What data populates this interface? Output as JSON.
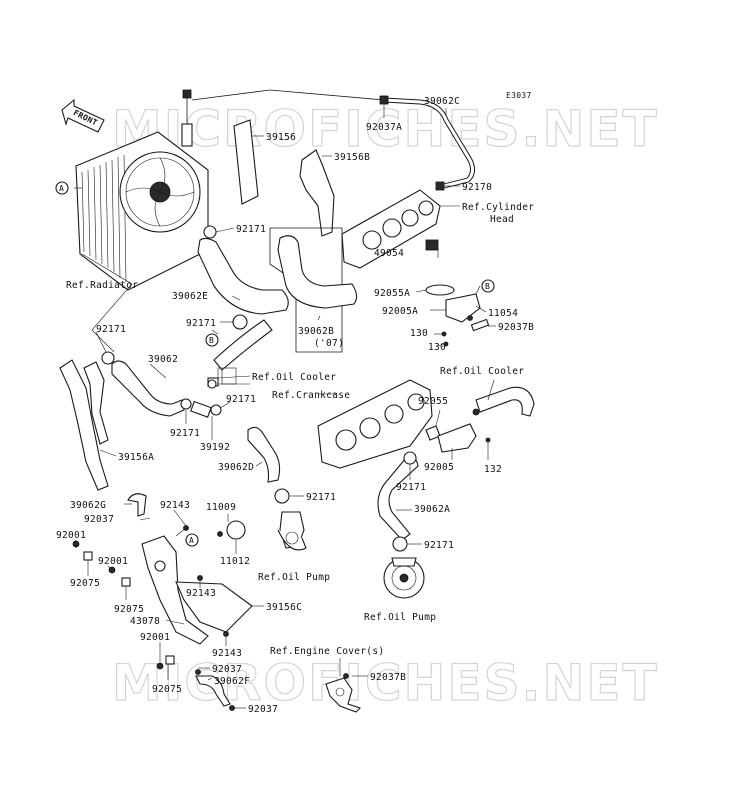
{
  "diagram_code": "E3037",
  "front_label": "FRONT",
  "watermark": "MICROFICHES.NET",
  "callouts": {
    "a": "A",
    "b": "B"
  },
  "labels": {
    "l39062C": "39062C",
    "l92037A": "92037A",
    "l39156": "39156",
    "l39156B": "39156B",
    "l92170": "92170",
    "refCylHead1": "Ref.Cylinder",
    "refCylHead2": "Head",
    "l92171a": "92171",
    "refRadiator": "Ref.Radiator",
    "l49054": "49054",
    "l92055A": "92055A",
    "l92005A": "92005A",
    "l11054": "11054",
    "l92037B": "92037B",
    "l130a": "130",
    "l130b": "130",
    "l39062E": "39062E",
    "l92171b": "92171",
    "l39062B": "39062B",
    "l07": "('07)",
    "l92171c": "92171",
    "l39062": "39062",
    "refOilCooler1": "Ref.Oil Cooler",
    "refOilCooler2": "Ref.Oil Cooler",
    "refCrankcase": "Ref.Crankcase",
    "l92171d": "92171",
    "l92171e": "92171",
    "l39192": "39192",
    "l92055": "92055",
    "l92005": "92005",
    "l132": "132",
    "l39156A": "39156A",
    "l39062D": "39062D",
    "l92171f": "92171",
    "l92171g": "92171",
    "l39062G": "39062G",
    "l92143a": "92143",
    "l11009": "11009",
    "l92037": "92037",
    "l92001a": "92001",
    "l11012": "11012",
    "l39062A": "39062A",
    "l92171h": "92171",
    "l92075a": "92075",
    "l92001b": "92001",
    "refOilPump1": "Ref.Oil Pump",
    "l92143b": "92143",
    "l92075b": "92075",
    "l39156C": "39156C",
    "l43078": "43078",
    "refOilPump2": "Ref.Oil Pump",
    "l92001c": "92001",
    "l92143c": "92143",
    "refEngineCover": "Ref.Engine Cover(s)",
    "l92037c": "92037",
    "l39062F": "39062F",
    "l92037B2": "92037B",
    "l92075c": "92075",
    "l92037d": "92037"
  }
}
